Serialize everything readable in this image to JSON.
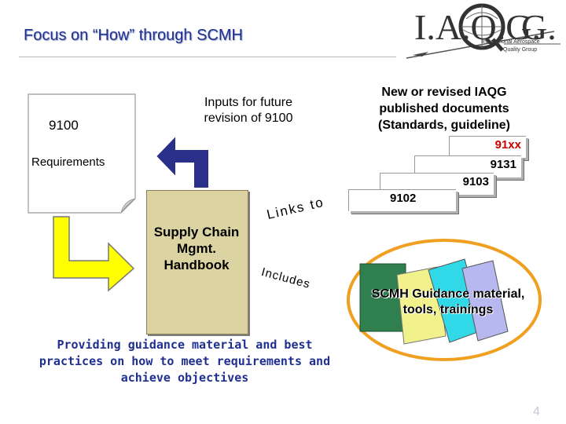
{
  "title": "Focus on “How” through SCMH",
  "logo": {
    "text": "I.A.Q.G.",
    "tagline_line1": "International Aerospace",
    "tagline_line2": "Quality Group"
  },
  "requirements_doc": {
    "number": "9100",
    "label": "Requirements"
  },
  "inputs_text": "Inputs for future revision of 9100",
  "handbook_text": "Supply Chain Mgmt. Handbook",
  "links_to": "Links to",
  "includes": "Includes",
  "providing_text": "Providing guidance material and best practices on how to meet requirements and achieve objectives",
  "new_docs_text": "New or revised IAQG published documents (Standards, guideline)",
  "doc_stack": [
    "91xx",
    "9131",
    "9103",
    "9102"
  ],
  "scmh_text": "SCMH Guidance material, tools, trainings",
  "page_number": "4",
  "colors": {
    "title": "#1f2f8f",
    "arrow_fill": "#2a2f8a",
    "handbook": "#dcd3a2",
    "ellipse": "#f0a020",
    "card_accent": "#cc0000",
    "green_sheet": "#2f7f4f",
    "yellow_sheet": "#f2f28c",
    "cyan_sheet": "#30d8e8",
    "lavender_sheet": "#b8b8f0"
  }
}
